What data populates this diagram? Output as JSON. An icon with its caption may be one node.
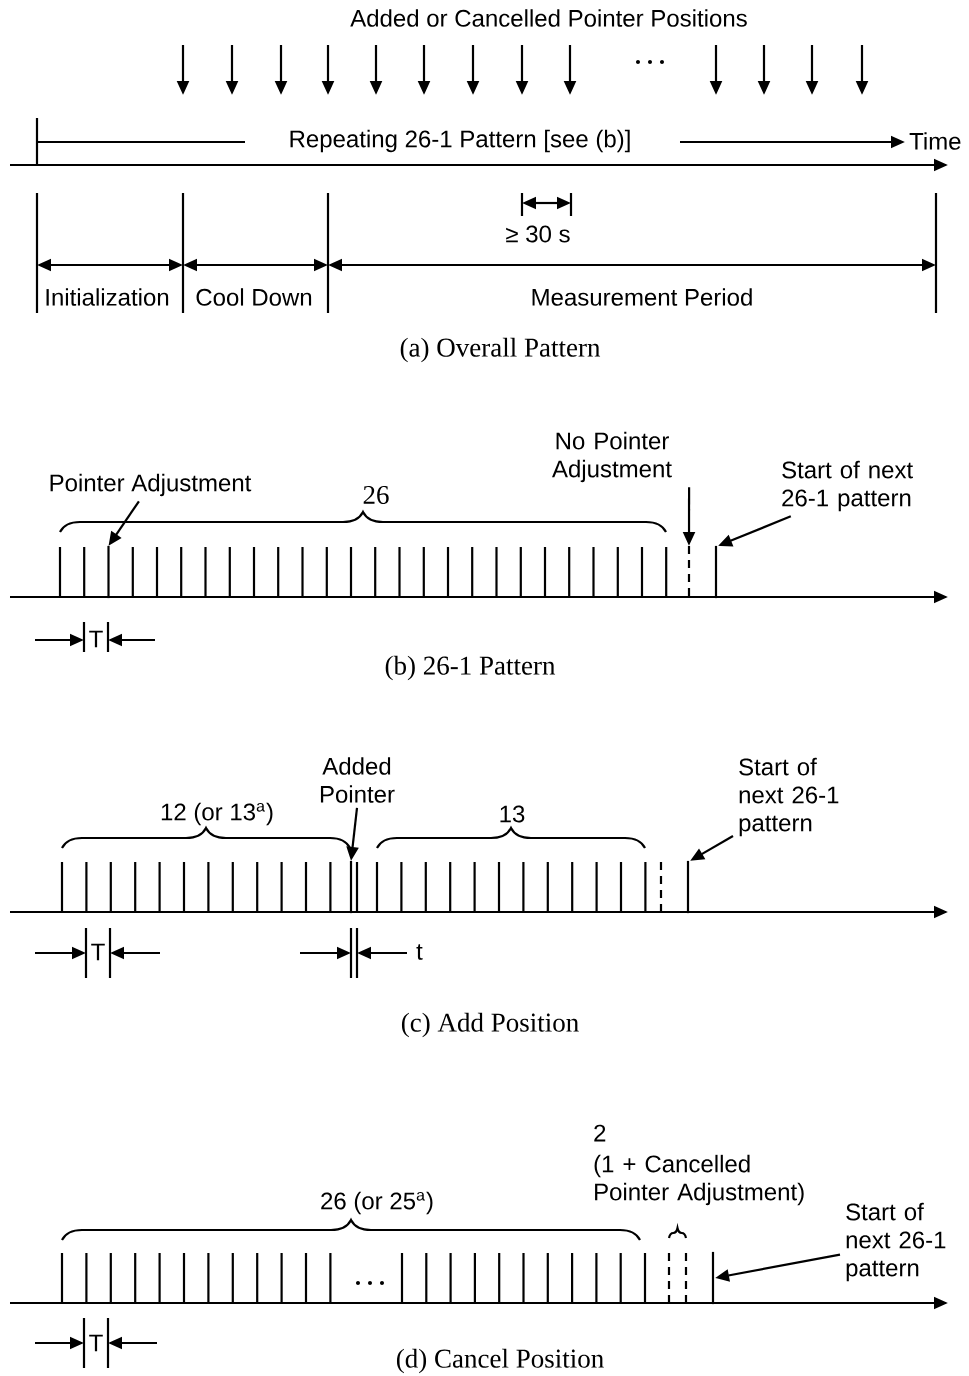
{
  "diagram": {
    "nodes": [
      {
        "text": [
          "Pointer Adjustment"
        ]
      },
      {
        "text": [
          "No Pointer Adjustment"
        ]
      },
      {
        "text": [
          "Start of next 26-1 pattern"
        ]
      },
      {
        "text": [
          "Added Pointer"
        ]
      },
      {
        "text": [
          "Start of next 26-1 pattern"
        ]
      },
      {
        "text": [
          "Start of next 26-1 pattern"
        ]
      },
      {
        "text": [],
        "shape": "bar"
      },
      {
        "text": [],
        "shape": "bar"
      },
      {
        "text": [],
        "shape": "bar"
      },
      {
        "text": [],
        "shape": "bar"
      },
      {
        "text": [],
        "shape": "bar"
      },
      {
        "text": [],
        "shape": "bar"
      }
    ],
    "edges": [
      {
        "from": 0,
        "to": 6,
        "arrow": "to"
      },
      {
        "from": 1,
        "to": 7,
        "arrow": "to"
      },
      {
        "from": 2,
        "to": 8,
        "arrow": "to"
      },
      {
        "from": 3,
        "to": 9,
        "arrow": "to"
      },
      {
        "from": 4,
        "to": 10,
        "arrow": "to"
      },
      {
        "from": 5,
        "to": 11,
        "arrow": "to"
      }
    ],
    "labels": [
      "Added or Cancelled Pointer Positions",
      "Repeating 26-1 Pattern [see (b)]",
      "Time",
      "≥ 30 s",
      "Initialization",
      "Cool Down",
      "Measurement Period",
      "(a) Overall Pattern",
      "26",
      "T",
      "(b) 26-1 Pattern",
      "12 (or 13$^{a}$)",
      "13",
      "T",
      "t",
      "(c) Add Position",
      "26 (or 25$^{a}$)",
      "2",
      "(1 + Cancelled Pointer Adjustment)",
      "T",
      "(d) Cancel Position"
    ]
  }
}
